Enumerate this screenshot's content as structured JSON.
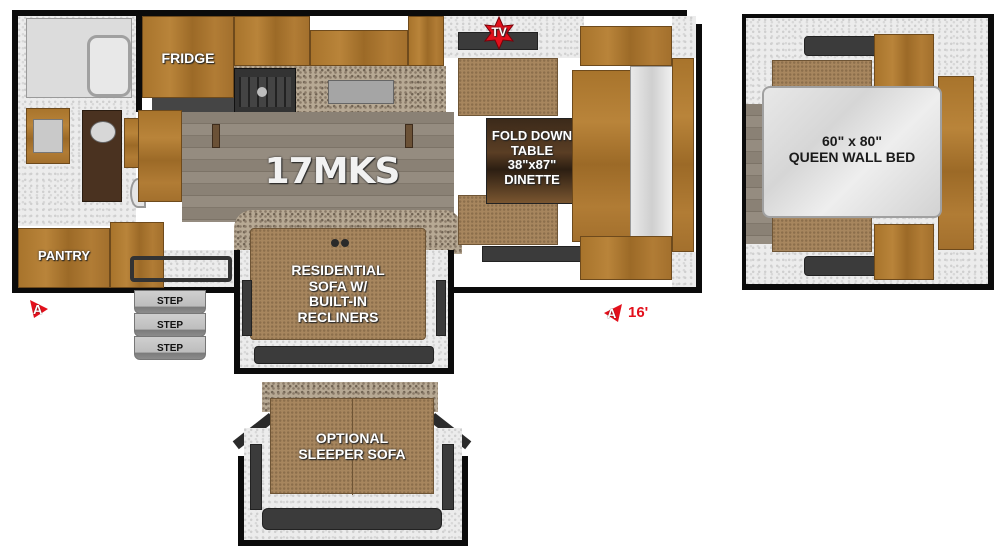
{
  "floorplan": {
    "model": "17MKS",
    "colors": {
      "wall": "#0b0b0b",
      "wood": "#a8742c",
      "floor": "#8a8175",
      "carpet": "#a7865e",
      "marker_red": "#e3101c",
      "label_white": "#ffffff"
    },
    "rooms": {
      "fridge": "FRIDGE",
      "pantry": "PANTRY",
      "dinette": [
        "FOLD DOWN",
        "TABLE",
        "38\"x87\"",
        "DINETTE"
      ],
      "sofa": [
        "RESIDENTIAL",
        "SOFA W/",
        "BUILT-IN",
        "RECLINERS"
      ],
      "sleeper": [
        "OPTIONAL",
        "SLEEPER SOFA"
      ],
      "wall_bed": [
        "60\" x 80\"",
        "QUEEN WALL BED"
      ]
    },
    "tv_label": "TV",
    "steps": [
      "STEP",
      "STEP",
      "STEP"
    ],
    "markers": {
      "left_marker": "A",
      "right_marker": "A",
      "dimension": "16'"
    }
  }
}
